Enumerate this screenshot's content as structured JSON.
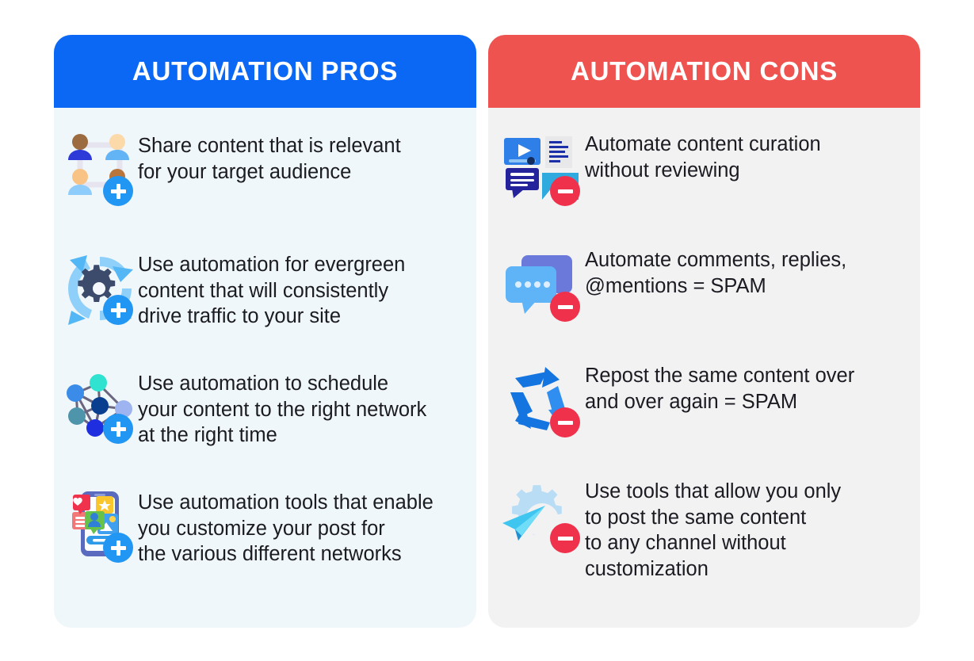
{
  "colors": {
    "pros_header_bg": "#0a68f5",
    "cons_header_bg": "#ef5350",
    "pros_body_bg": "#f0f7fb",
    "cons_body_bg": "#f2f2f3",
    "badge_plus": "#2196f3",
    "badge_minus": "#f0314b",
    "text": "#1b1b22",
    "page_bg": "#ffffff"
  },
  "pros": {
    "title": "AUTOMATION PROS",
    "badge_icon": "plus-badge-icon",
    "items": [
      {
        "icon": "audience-network-icon",
        "text": "Share content that is relevant\nfor your target audience"
      },
      {
        "icon": "gear-refresh-icon",
        "text": "Use automation for evergreen\ncontent that will consistently\ndrive traffic to your site"
      },
      {
        "icon": "node-network-icon",
        "text": "Use automation to schedule\nyour content to the right network\nat the right time"
      },
      {
        "icon": "mobile-social-icon",
        "text": "Use automation tools that enable\nyou customize your post for\nthe various different networks"
      }
    ]
  },
  "cons": {
    "title": "AUTOMATION CONS",
    "badge_icon": "minus-badge-icon",
    "items": [
      {
        "icon": "content-types-icon",
        "text": "Automate content curation\nwithout reviewing"
      },
      {
        "icon": "chat-bubbles-icon",
        "text": "Automate comments, replies,\n@mentions = SPAM"
      },
      {
        "icon": "recycle-arrows-icon",
        "text": "Repost the same content over\nand over again = SPAM"
      },
      {
        "icon": "gear-paperplane-icon",
        "text": "Use tools that allow you only\nto post the same content\nto any channel without\ncustomization"
      }
    ]
  }
}
